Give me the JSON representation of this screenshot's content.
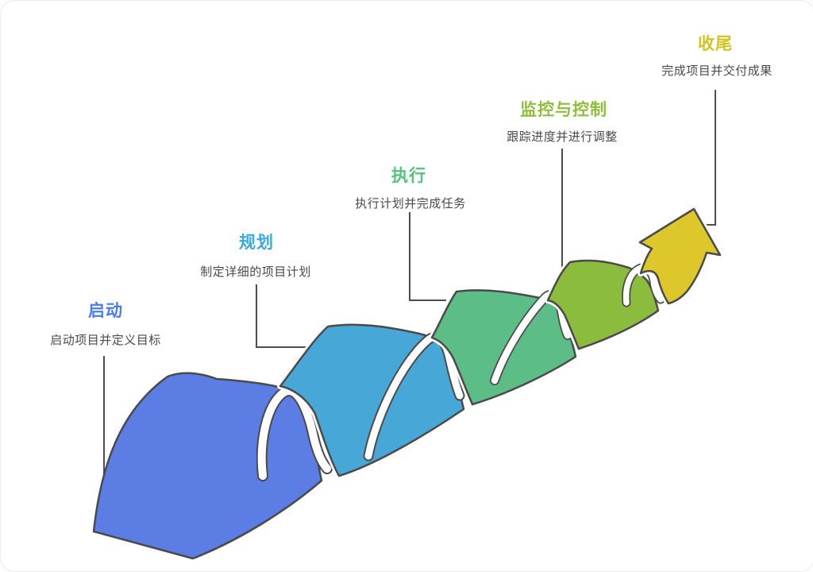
{
  "diagram": {
    "type": "ascending-wave-process",
    "background_color": "#ffffff",
    "outline_color": "#4a4a4a",
    "connector_color": "#4d4d4d",
    "curl_gap_color": "#ffffff",
    "phases": [
      {
        "name": "启动",
        "description": "启动项目并定义目标",
        "title_color": "#4b7bf0",
        "shape_color": "#5b7de4"
      },
      {
        "name": "规划",
        "description": "制定详细的项目计划",
        "title_color": "#3aaade",
        "shape_color": "#47a8d8"
      },
      {
        "name": "执行",
        "description": "执行计划并完成任务",
        "title_color": "#55c17e",
        "shape_color": "#5cbd87"
      },
      {
        "name": "监控与控制",
        "description": "跟踪进度并进行调整",
        "title_color": "#8fbe3b",
        "shape_color": "#8cbc3e"
      },
      {
        "name": "收尾",
        "description": "完成项目并交付成果",
        "title_color": "#d2c31e",
        "shape_color": "#ddc72b"
      }
    ]
  }
}
